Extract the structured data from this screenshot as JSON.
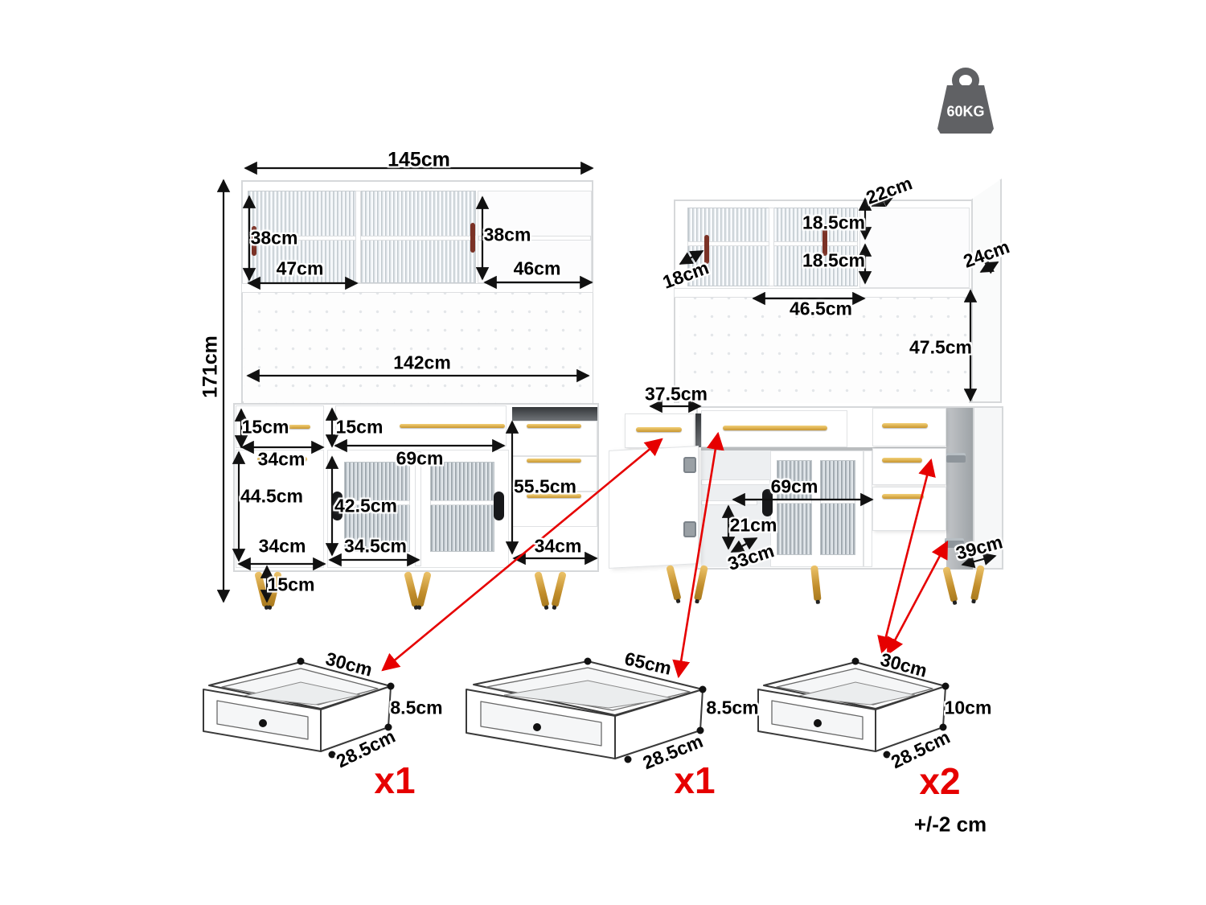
{
  "weight_badge": {
    "capacity": "60KG"
  },
  "tolerance_note": "+/-2 cm",
  "front_view": {
    "total_width": "145cm",
    "total_height": "171cm",
    "hutch_glass_height_left": "38cm",
    "hutch_glass_door_width": "47cm",
    "hutch_glass_height_right": "38cm",
    "hutch_open_shelf_width": "46cm",
    "pegboard_width": "142cm",
    "left_drawer_height": "15cm",
    "left_drawer_width": "34cm",
    "left_door_height": "44.5cm",
    "left_door_width": "34cm",
    "middle_drawer_height": "15cm",
    "middle_drawer_width": "69cm",
    "middle_door_glass_height": "42.5cm",
    "middle_door_width": "34.5cm",
    "right_drawer_stack_height": "55.5cm",
    "right_drawer_width": "34cm",
    "leg_height": "15cm"
  },
  "side_view": {
    "top_depth": "22cm",
    "hutch_upper_shelf_height": "18.5cm",
    "hutch_lower_shelf_height": "18.5cm",
    "hutch_glass_depth": "18cm",
    "hutch_side_depth": "24cm",
    "hutch_shelf_width": "46.5cm",
    "pegboard_height": "47.5cm",
    "top_drawer_depth": "37.5cm",
    "interior_width": "69cm",
    "cubby_height": "21cm",
    "cubby_depth": "33cm",
    "base_depth": "39cm"
  },
  "loose_drawers": [
    {
      "width": "30cm",
      "height": "8.5cm",
      "depth": "28.5cm",
      "quantity": "x1"
    },
    {
      "width": "65cm",
      "height": "8.5cm",
      "depth": "28.5cm",
      "quantity": "x1"
    },
    {
      "width": "30cm",
      "height": "10cm",
      "depth": "28.5cm",
      "quantity": "x2"
    }
  ]
}
